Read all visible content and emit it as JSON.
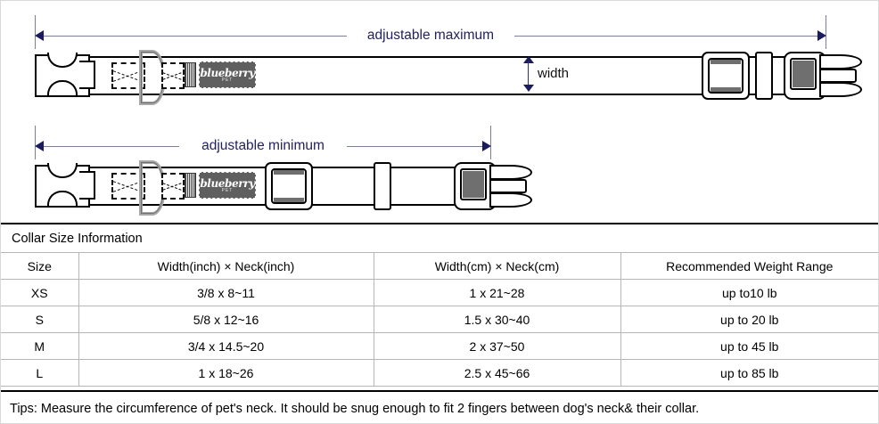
{
  "diagram": {
    "max_label": "adjustable maximum",
    "min_label": "adjustable minimum",
    "width_label": "width",
    "brand": {
      "name": "blueberry",
      "sub": "PET"
    },
    "colors": {
      "arrow_head": "#1b1b5e",
      "arrow_line": "#7b8099",
      "label_text": "#22225f",
      "outline": "#000000",
      "dring": "#a8a8a8",
      "tag": "#5f5f5f"
    }
  },
  "table": {
    "title": "Collar Size Information",
    "headers": [
      "Size",
      "Width(inch)  ×  Neck(inch)",
      "Width(cm)  ×  Neck(cm)",
      "Recommended Weight Range"
    ],
    "rows": [
      {
        "size": "XS",
        "inch": "3/8 x 8~11",
        "cm": "1 x 21~28",
        "weight": "up to10 lb"
      },
      {
        "size": "S",
        "inch": "5/8 x 12~16",
        "cm": "1.5 x 30~40",
        "weight": "up to 20 lb"
      },
      {
        "size": "M",
        "inch": "3/4 x 14.5~20",
        "cm": "2 x 37~50",
        "weight": "up to 45 lb"
      },
      {
        "size": "L",
        "inch": "1 x 18~26",
        "cm": "2.5 x 45~66",
        "weight": "up to 85 lb"
      }
    ],
    "tips": "Tips: Measure the circumference of pet's neck. It should be snug enough to fit 2 fingers between dog's neck& their collar."
  }
}
